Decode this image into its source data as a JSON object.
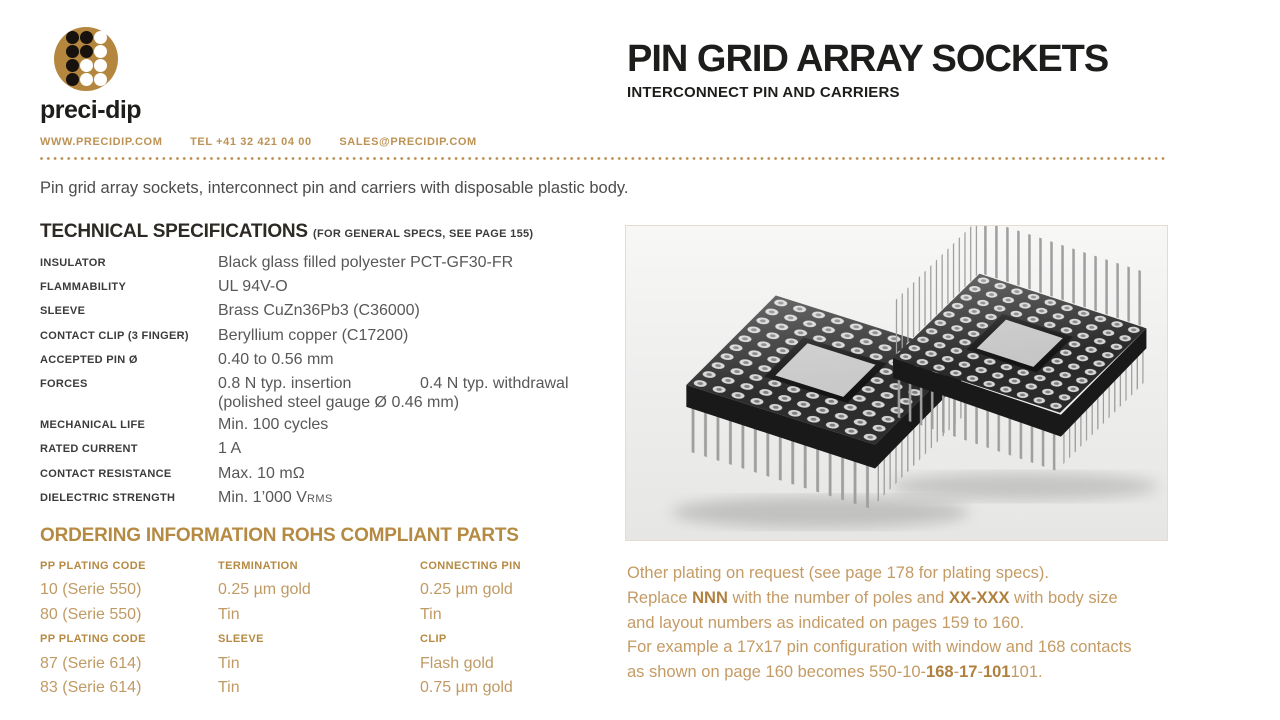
{
  "colors": {
    "brand_gold": "#b5873e",
    "text_gold": "#c09a64",
    "gold_bold": "#b0803e",
    "ink": "#1d1d1b",
    "body_text": "#4c4c4c"
  },
  "brand": {
    "wordmark": "preci-dip",
    "logo_icon": "precidip-dots-logo"
  },
  "contact": {
    "website": "WWW.PRECIDIP.COM",
    "phone": "TEL +41 32 421 04 00",
    "email": "SALES@PRECIDIP.COM"
  },
  "header": {
    "title": "PIN GRID ARRAY SOCKETS",
    "subtitle": "INTERCONNECT PIN AND CARRIERS"
  },
  "intro": "Pin grid array sockets, interconnect pin and carriers with disposable plastic body.",
  "tech_specs": {
    "heading": "TECHNICAL SPECIFICATIONS",
    "heading_note": "(FOR GENERAL SPECS, SEE PAGE 155)",
    "rows": [
      {
        "label": "INSULATOR",
        "value": "Black glass filled polyester PCT-GF30-FR"
      },
      {
        "label": "FLAMMABILITY",
        "value": "UL 94V-O"
      },
      {
        "label": "SLEEVE",
        "value": "Brass CuZn36Pb3 (C36000)"
      },
      {
        "label": "CONTACT CLIP (3 FINGER)",
        "value": "Beryllium copper (C17200)"
      },
      {
        "label": "ACCEPTED PIN Ø",
        "value": "0.40 to 0.56 mm"
      },
      {
        "label": "FORCES",
        "value": "0.8 N typ. insertion",
        "value2": "0.4 N typ. withdrawal",
        "value_note": "(polished steel gauge Ø 0.46 mm)"
      },
      {
        "label": "MECHANICAL LIFE",
        "value": "Min. 100 cycles"
      },
      {
        "label": "RATED CURRENT",
        "value": "1 A"
      },
      {
        "label": "CONTACT RESISTANCE",
        "value": "Max. 10 mΩ"
      },
      {
        "label": "DIELECTRIC STRENGTH",
        "value": "Min. 1’000 V",
        "value_sub": "RMS"
      }
    ]
  },
  "ordering": {
    "heading": "ORDERING INFORMATION ROHS COMPLIANT PARTS",
    "tables": [
      {
        "headers": [
          "PP PLATING CODE",
          "TERMINATION",
          "CONNECTING PIN"
        ],
        "rows": [
          [
            "10 (Serie 550)",
            "0.25 µm gold",
            "0.25 µm gold"
          ],
          [
            "80 (Serie 550)",
            "Tin",
            "Tin"
          ]
        ]
      },
      {
        "headers": [
          "PP PLATING CODE",
          "SLEEVE",
          "CLIP"
        ],
        "rows": [
          [
            "87 (Serie 614)",
            "Tin",
            "Flash gold"
          ],
          [
            "83 (Serie 614)",
            "Tin",
            "0.75 µm gold"
          ]
        ]
      }
    ]
  },
  "notes": {
    "lines": [
      [
        {
          "t": "Other plating on request (see page 178 for plating specs)."
        }
      ],
      [
        {
          "t": "Replace "
        },
        {
          "t": "NNN",
          "b": true
        },
        {
          "t": " with the number of poles and "
        },
        {
          "t": "XX-XXX",
          "b": true
        },
        {
          "t": " with body size"
        }
      ],
      [
        {
          "t": "and layout numbers as indicated on pages 159 to 160."
        }
      ],
      [
        {
          "t": "For example a 17x17 pin configuration with window and 168 contacts"
        }
      ],
      [
        {
          "t": "as shown on page 160 becomes 550-10-"
        },
        {
          "t": "168",
          "b": true
        },
        {
          "t": "-"
        },
        {
          "t": "17",
          "b": true
        },
        {
          "t": "-"
        },
        {
          "t": "101",
          "b": true
        },
        {
          "t": "101."
        }
      ]
    ]
  }
}
